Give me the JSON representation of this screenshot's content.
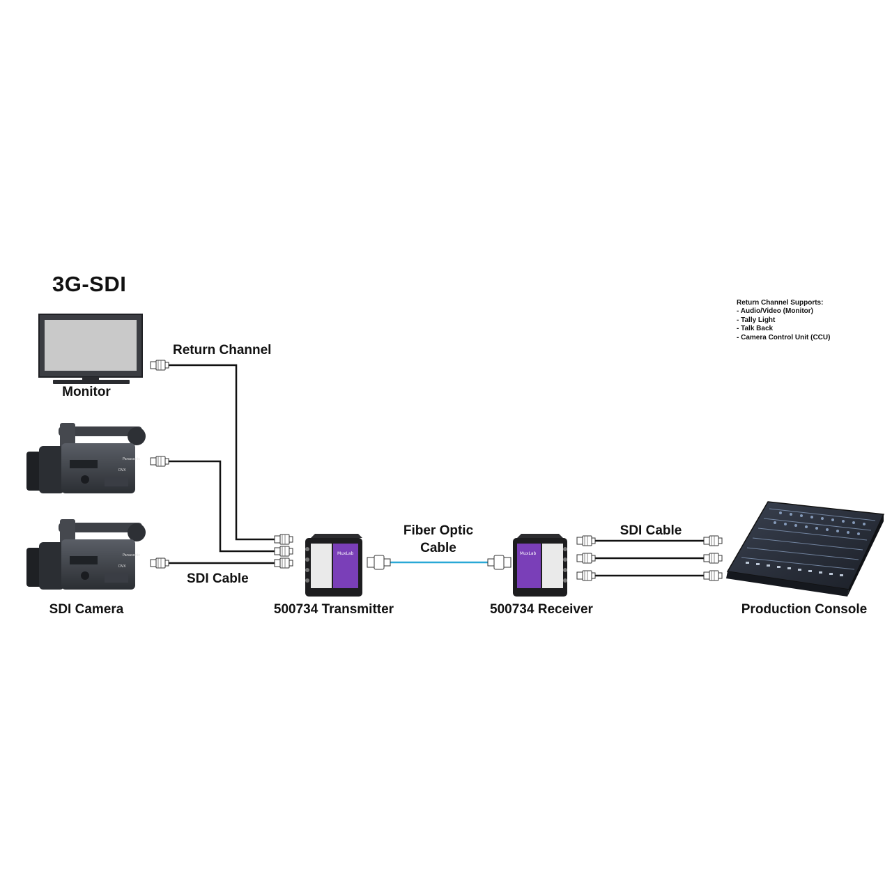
{
  "title": "3G-SDI",
  "labels": {
    "monitor": "Monitor",
    "return_channel": "Return Channel",
    "sdi_camera": "SDI Camera",
    "sdi_cable_left": "SDI Cable",
    "transmitter": "500734 Transmitter",
    "fiber_optic_line1": "Fiber Optic",
    "fiber_optic_line2": "Cable",
    "receiver": "500734 Receiver",
    "sdi_cable_right": "SDI Cable",
    "production_console": "Production Console"
  },
  "return_channel_notes": {
    "heading": "Return Channel Supports:",
    "items": [
      "- Audio/Video (Monitor)",
      "- Tally Light",
      "- Talk Back",
      "- Camera Control Unit (CCU)"
    ]
  },
  "device_text": {
    "camera_brand": "Panasonic",
    "camera_model": "DVX",
    "unit_brand": "MuxLab"
  },
  "colors": {
    "cable": "#111111",
    "fiber": "#29a8d6",
    "device_purple": "#7a3fb8",
    "device_body": "#1d1d1f",
    "console_body": "#2a2f3a",
    "monitor_screen": "#c9c9c9"
  },
  "icons": [
    "monitor-icon",
    "camera-icon",
    "transmitter-icon",
    "receiver-icon",
    "mixing-console-icon",
    "bnc-connector-icon"
  ]
}
